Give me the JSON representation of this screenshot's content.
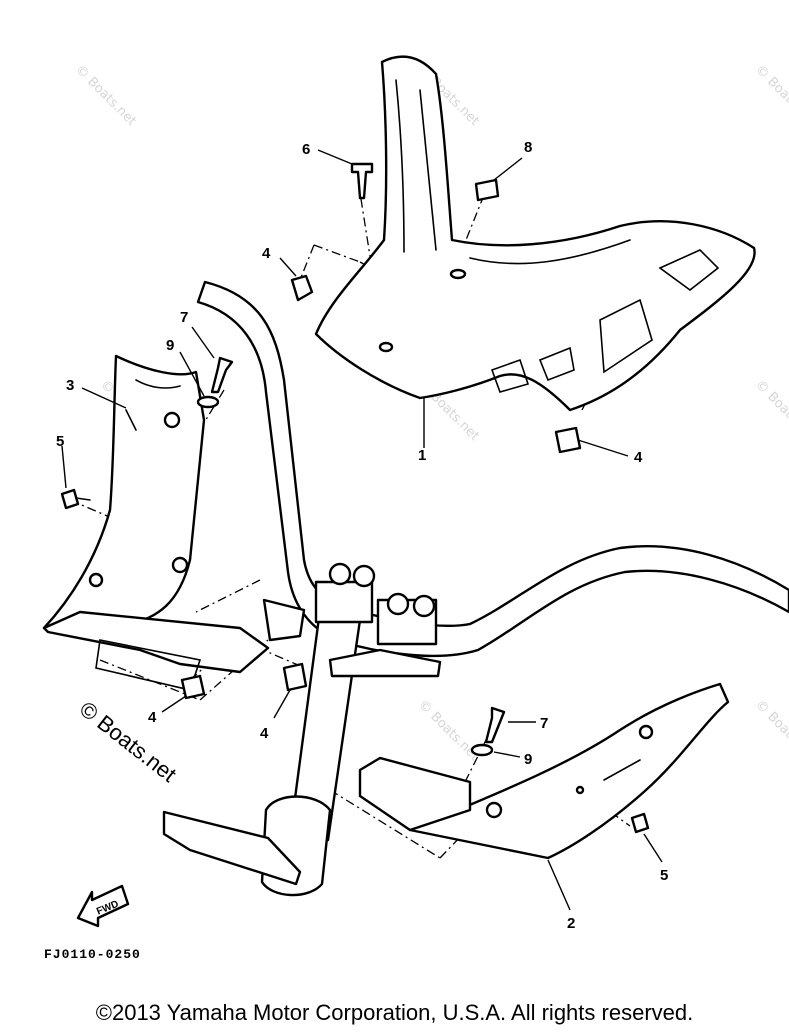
{
  "watermark": {
    "small": "© Boats.net",
    "large": "© Boats.net"
  },
  "callouts": [
    {
      "id": "c1",
      "label": "1"
    },
    {
      "id": "c2",
      "label": "2"
    },
    {
      "id": "c3",
      "label": "3"
    },
    {
      "id": "c4a",
      "label": "4"
    },
    {
      "id": "c4b",
      "label": "4"
    },
    {
      "id": "c4c",
      "label": "4"
    },
    {
      "id": "c4d",
      "label": "4"
    },
    {
      "id": "c4e",
      "label": "4"
    },
    {
      "id": "c5a",
      "label": "5"
    },
    {
      "id": "c5b",
      "label": "5"
    },
    {
      "id": "c6",
      "label": "6"
    },
    {
      "id": "c7a",
      "label": "7"
    },
    {
      "id": "c7b",
      "label": "7"
    },
    {
      "id": "c8",
      "label": "8"
    },
    {
      "id": "c9a",
      "label": "9"
    },
    {
      "id": "c9b",
      "label": "9"
    }
  ],
  "fwd_label": "FWD",
  "diagram_code": "FJ0110-0250",
  "copyright": "©2013 Yamaha Motor Corporation, U.S.A. All rights reserved."
}
